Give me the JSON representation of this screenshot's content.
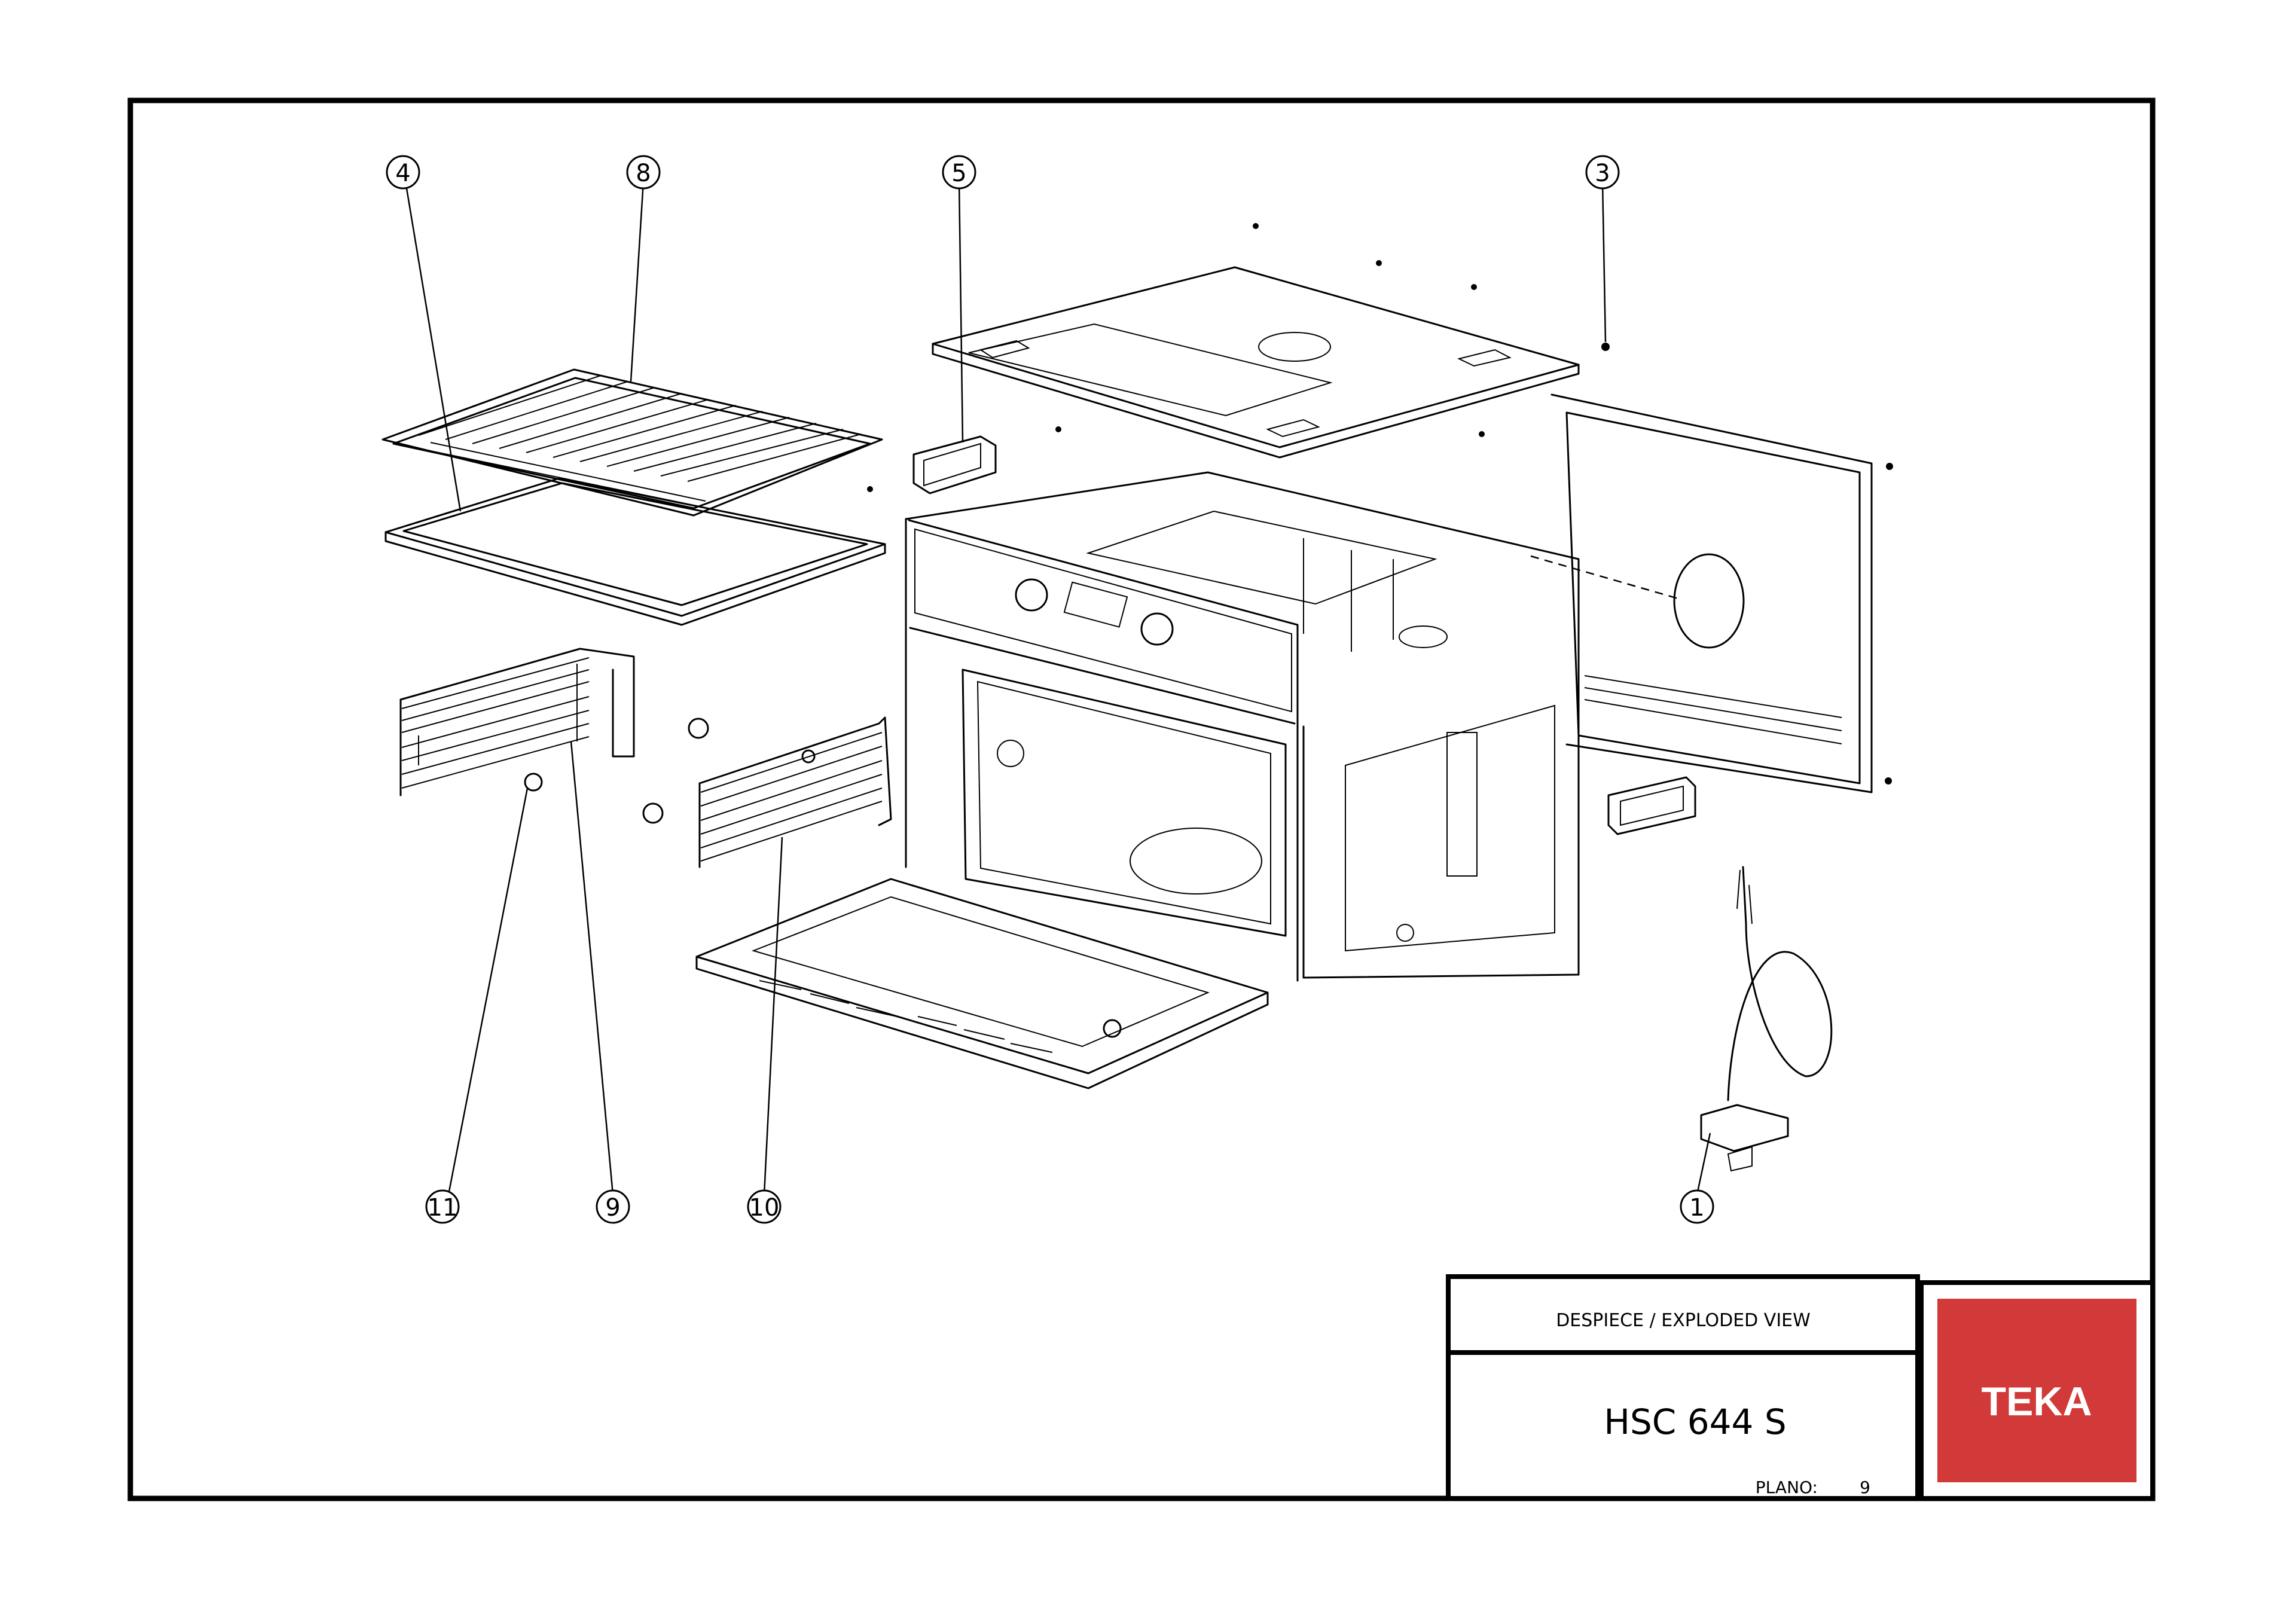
{
  "callouts": [
    {
      "id": "c4",
      "label": "4"
    },
    {
      "id": "c8",
      "label": "8"
    },
    {
      "id": "c5",
      "label": "5"
    },
    {
      "id": "c3",
      "label": "3"
    },
    {
      "id": "c11",
      "label": "11"
    },
    {
      "id": "c9",
      "label": "9"
    },
    {
      "id": "c10",
      "label": "10"
    },
    {
      "id": "c1",
      "label": "1"
    }
  ],
  "title_block": {
    "view_title": "DESPIECE / EXPLODED VIEW",
    "model": "HSC 644 S",
    "plano_label": "PLANO:",
    "plano_number": "9"
  },
  "logo": {
    "text": "TEKA",
    "background_color": "#d13a38",
    "text_color": "#ffffff"
  },
  "colors": {
    "line": "#000000",
    "background": "#ffffff"
  }
}
